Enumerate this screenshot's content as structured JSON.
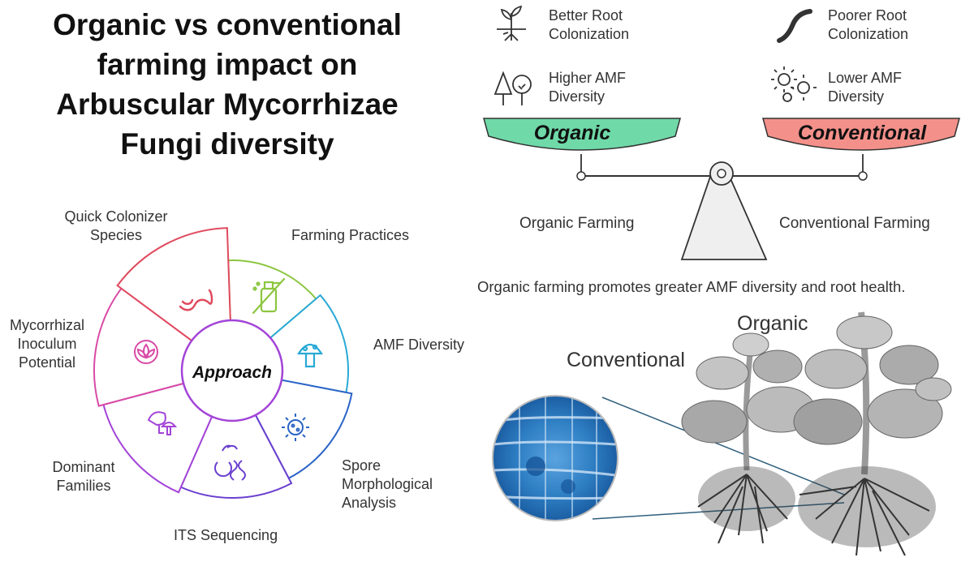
{
  "title": {
    "lines": [
      "Organic vs conventional",
      "farming impact on",
      "Arbuscular Mycorrhizae",
      "Fungi diversity"
    ]
  },
  "wheel": {
    "center_label": "Approach",
    "segments": [
      {
        "label_lines": [
          "Farming Practices"
        ],
        "icon": "no-spray-bottle-icon",
        "color": "#8cc63f"
      },
      {
        "label_lines": [
          "AMF Diversity"
        ],
        "icon": "mushroom-icon",
        "color": "#29a9d6"
      },
      {
        "label_lines": [
          "Spore",
          "Morphological",
          "Analysis"
        ],
        "icon": "virus-spore-icon",
        "color": "#2a63c6"
      },
      {
        "label_lines": [
          "ITS Sequencing"
        ],
        "icon": "dna-plant-icon",
        "color": "#6a3fd0"
      },
      {
        "label_lines": [
          "Dominant",
          "Families"
        ],
        "icon": "mushrooms-icon",
        "color": "#a344d8"
      },
      {
        "label_lines": [
          "Mycorrhizal",
          "Inoculum",
          "Potential"
        ],
        "icon": "lotus-icon",
        "color": "#d94aa6"
      },
      {
        "label_lines": [
          "Quick Colonizer",
          "Species"
        ],
        "icon": "worm-icon",
        "color": "#e04a5e"
      }
    ]
  },
  "balance": {
    "left_features": [
      {
        "icon": "sprout-roots-icon",
        "lines": [
          "Better Root",
          "Colonization"
        ]
      },
      {
        "icon": "trees-icon",
        "lines": [
          "Higher AMF",
          "Diversity"
        ]
      }
    ],
    "right_features": [
      {
        "icon": "worm-icon",
        "lines": [
          "Poorer Root",
          "Colonization"
        ]
      },
      {
        "icon": "bacteria-icon",
        "lines": [
          "Lower AMF",
          "Diversity"
        ]
      }
    ],
    "left_pan": "Organic",
    "right_pan": "Conventional",
    "left_pan_color": "#6fd9a8",
    "right_pan_color": "#f4908a",
    "left_caption": "Organic Farming",
    "right_caption": "Conventional Farming",
    "conclusion": "Organic farming promotes greater AMF diversity and root health."
  },
  "photo": {
    "conventional_label": "Conventional",
    "organic_label": "Organic",
    "stain_color": "#2f7fc4"
  }
}
